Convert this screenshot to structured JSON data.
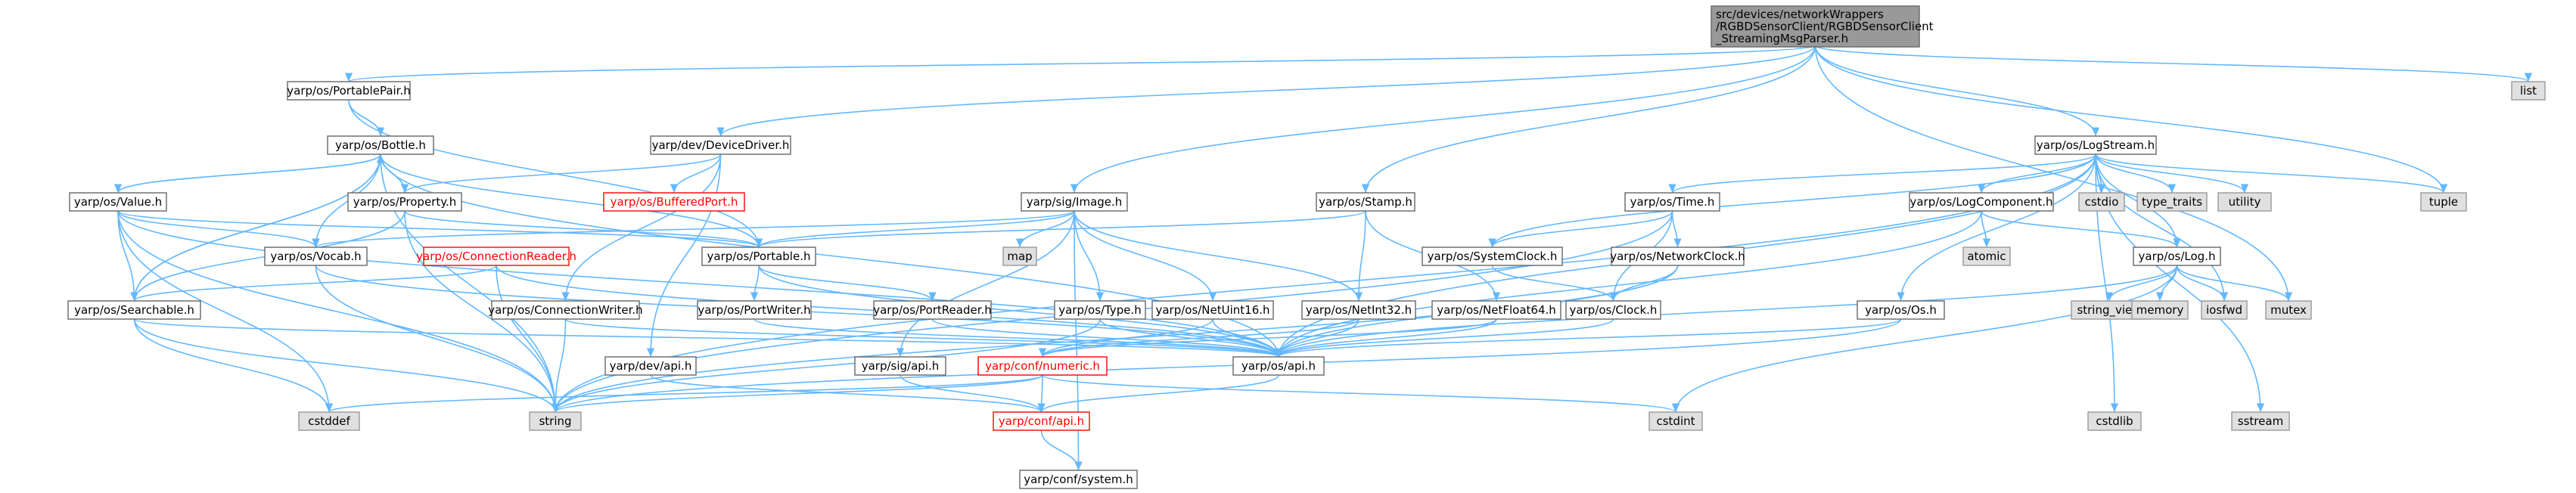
{
  "diagram": {
    "root": {
      "lines": [
        "src/devices/networkWrappers",
        "/RGBDSensorClient/RGBDSensorClient",
        "_StreamingMsgParser.h"
      ]
    },
    "nodes": {
      "PortablePair": "yarp/os/PortablePair.h",
      "Bottle": "yarp/os/Bottle.h",
      "Value": "yarp/os/Value.h",
      "Property": "yarp/os/Property.h",
      "Vocab": "yarp/os/Vocab.h",
      "Searchable": "yarp/os/Searchable.h",
      "DeviceDriver": "yarp/dev/DeviceDriver.h",
      "BufferedPort": "yarp/os/BufferedPort.h",
      "ConnectionReader": "yarp/os/ConnectionReader.h",
      "ConnectionWriter": "yarp/os/ConnectionWriter.h",
      "Portable": "yarp/os/Portable.h",
      "PortWriter": "yarp/os/PortWriter.h",
      "PortReader": "yarp/os/PortReader.h",
      "DevApi": "yarp/dev/api.h",
      "SigImage": "yarp/sig/Image.h",
      "Map": "map",
      "Type": "yarp/os/Type.h",
      "SigApi": "yarp/sig/api.h",
      "NetUint16": "yarp/os/NetUint16.h",
      "NetInt32": "yarp/os/NetInt32.h",
      "Stamp": "yarp/os/Stamp.h",
      "NetFloat64": "yarp/os/NetFloat64.h",
      "ConfNumeric": "yarp/conf/numeric.h",
      "ConfApi": "yarp/conf/api.h",
      "ConfSystem": "yarp/conf/system.h",
      "OsApi": "yarp/os/api.h",
      "String": "string",
      "Cstddef": "cstddef",
      "LogStream": "yarp/os/LogStream.h",
      "Time": "yarp/os/Time.h",
      "SystemClock": "yarp/os/SystemClock.h",
      "NetworkClock": "yarp/os/NetworkClock.h",
      "Clock": "yarp/os/Clock.h",
      "LogComponent": "yarp/os/LogComponent.h",
      "Atomic": "atomic",
      "Log": "yarp/os/Log.h",
      "StringView": "string_view",
      "Memory": "memory",
      "Iosfwd": "iosfwd",
      "Mutex": "mutex",
      "Os": "yarp/os/Os.h",
      "Cstdio": "cstdio",
      "TypeTraits": "type_traits",
      "Utility": "utility",
      "Tuple": "tuple",
      "List": "list",
      "Cstdint": "cstdint",
      "Cstdlib": "cstdlib",
      "Sstream": "sstream"
    },
    "colors": {
      "edge": "#63b8ff",
      "node_border": "#666666",
      "node_fill": "#ffffff",
      "root_fill": "#999999",
      "system_fill": "#e0e0e0",
      "system_border": "#999999",
      "incomplete_border": "#ff0000",
      "incomplete_text": "#ff0000"
    }
  }
}
